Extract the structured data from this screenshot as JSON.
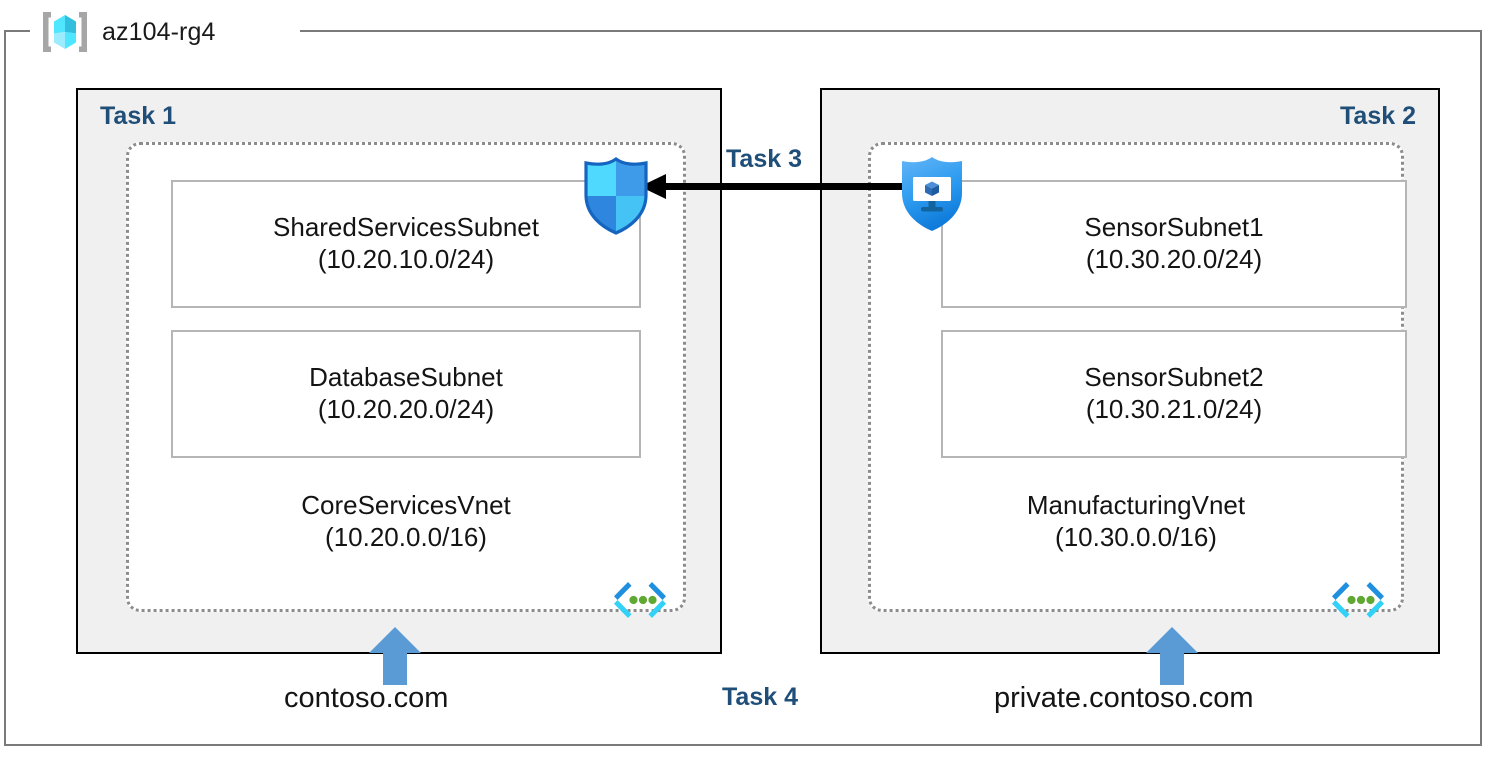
{
  "resource_group": {
    "name": "az104-rg4",
    "icon": "resource-group-cube-icon"
  },
  "colors": {
    "task_label": "#1F4E79",
    "panel_fill": "#F0F0F0",
    "panel_border": "#000000",
    "vnet_border": "#8C8C8C",
    "subnet_border": "#B5B5B5",
    "dns_arrow": "#5B9BD5",
    "vnet_icon_cyan": "#26C6F4",
    "vnet_icon_blue": "#1F8FE0",
    "vnet_icon_green": "#5FA933",
    "shield_blue": "#2196F3",
    "arrow_black": "#000000",
    "rg_frame": "#7A7A7A"
  },
  "panels": [
    {
      "task_label": "Task 1",
      "task_label_align": "left",
      "vnet": {
        "name": "CoreServicesVnet",
        "cidr": "(10.20.0.0/16)",
        "icon": "virtual-network-icon",
        "subnets": [
          {
            "name": "SharedServicesSubnet",
            "cidr": "(10.20.10.0/24)"
          },
          {
            "name": "DatabaseSubnet",
            "cidr": "(10.20.20.0/24)"
          }
        ]
      },
      "dns_zone": "contoso.com"
    },
    {
      "task_label": "Task 2",
      "task_label_align": "right",
      "vnet": {
        "name": "ManufacturingVnet",
        "cidr": "(10.30.0.0/16)",
        "icon": "virtual-network-icon",
        "subnets": [
          {
            "name": "SensorSubnet1",
            "cidr": "(10.30.20.0/24)"
          },
          {
            "name": "SensorSubnet2",
            "cidr": "(10.30.21.0/24)"
          }
        ]
      },
      "dns_zone": "private.contoso.com"
    }
  ],
  "icons": {
    "nsg_shield": "network-security-group-shield-icon",
    "bastion_shield": "bastion-shield-monitor-icon"
  },
  "connection": {
    "label": "Task 3",
    "direction": "right-to-left",
    "description": "peering arrow"
  },
  "dns_task": {
    "label": "Task 4"
  }
}
